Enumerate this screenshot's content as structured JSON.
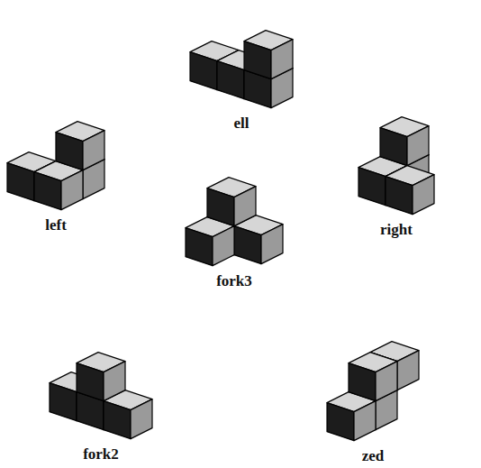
{
  "diagram": {
    "labels": [
      "ell",
      "left",
      "right",
      "fork3",
      "fork2",
      "zed"
    ]
  }
}
